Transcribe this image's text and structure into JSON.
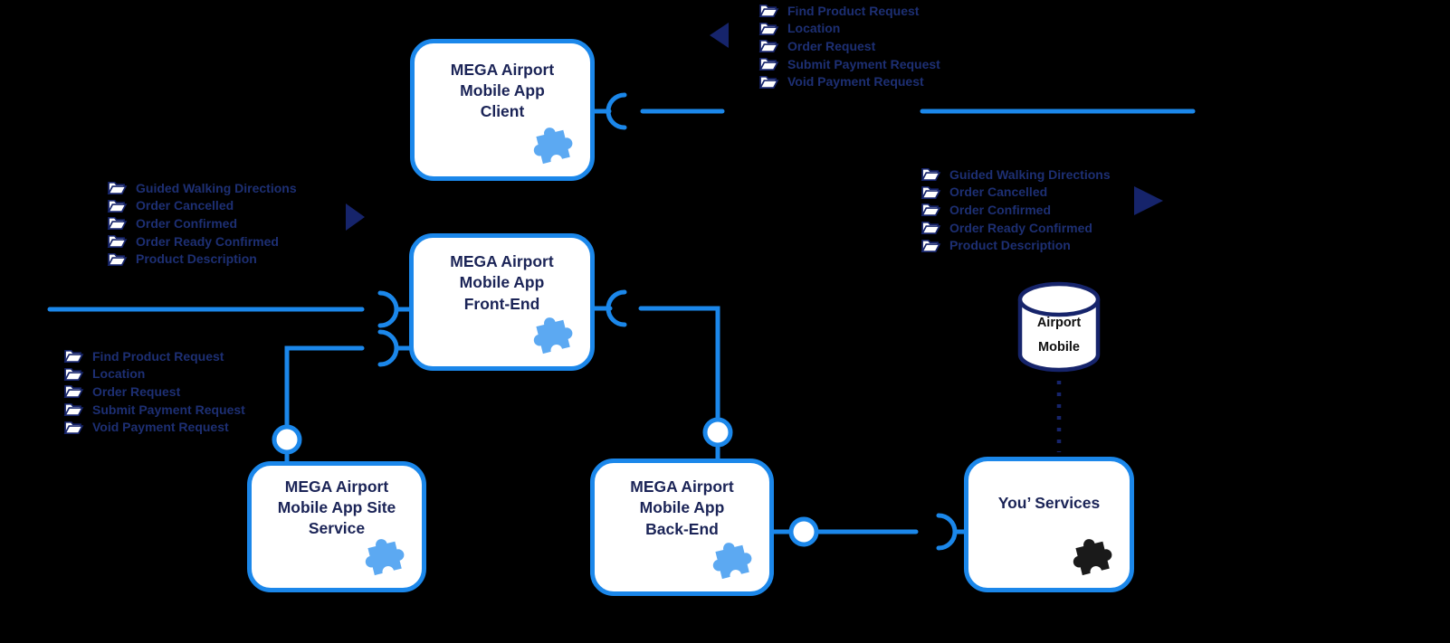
{
  "palette": {
    "connector_blue": "#1b87ea",
    "navy": "#16246b",
    "title_navy": "#1b2457",
    "label_navy": "#1d2f73",
    "puzzle_blue": "#5ca9f2",
    "puzzle_dark": "#1a1a1a",
    "box_fill": "#ffffff",
    "background": "#000000"
  },
  "nodes": {
    "client": {
      "title": "MEGA Airport Mobile App Client"
    },
    "front_end": {
      "title": "MEGA Airport Mobile App Front-End"
    },
    "site_service": {
      "title": "MEGA Airport Mobile App Site Service"
    },
    "back_end": {
      "title": "MEGA Airport Mobile App Back-End"
    },
    "your_services": {
      "title": "You’ Services"
    }
  },
  "database": {
    "label_line1": "Airport",
    "label_line2": "Mobile"
  },
  "lists": {
    "client_requests_top": {
      "items": [
        "Find Product Request",
        "Location",
        "Order Request",
        "Submit Payment Request",
        "Void Payment Request"
      ]
    },
    "front_end_events_left": {
      "items": [
        "Guided Walking Directions",
        "Order Cancelled",
        "Order Confirmed",
        "Order Ready Confirmed",
        "Product Description"
      ]
    },
    "front_end_events_right": {
      "items": [
        "Guided Walking Directions",
        "Order Cancelled",
        "Order Confirmed",
        "Order Ready Confirmed",
        "Product Description"
      ]
    },
    "site_requests_lower_left": {
      "items": [
        "Find Product Request",
        "Location",
        "Order Request",
        "Submit Payment Request",
        "Void Payment Request"
      ]
    }
  }
}
